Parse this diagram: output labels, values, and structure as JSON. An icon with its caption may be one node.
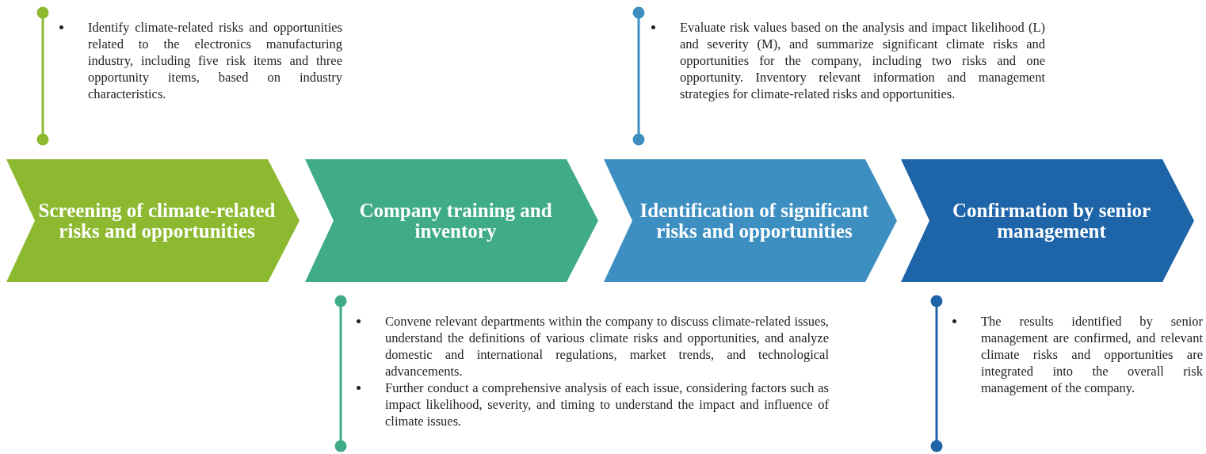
{
  "diagram": {
    "nodes": [
      {
        "text": [
          "Screening of climate-related risks and opportunities"
        ]
      },
      {
        "text": [
          "Company training and inventory"
        ]
      },
      {
        "text": [
          "Identification of significant risks and opportunities"
        ]
      },
      {
        "text": [
          "Confirmation by senior management"
        ]
      }
    ],
    "labels": [
      "Identify climate-related risks and opportunities related to the electronics manufacturing industry, including five risk items and three opportunity items, based on industry characteristics.",
      "Evaluate risk values based on the analysis and impact likelihood (L) and severity (M), and summarize significant climate risks and opportunities for the company, including two risks and one opportunity. Inventory relevant information and management strategies for climate-related risks and opportunities.",
      "Convene relevant departments within the company to discuss climate-related issues, understand the definitions of various climate risks and opportunities, and analyze domestic and international regulations, market trends, and technological advancements.",
      "Further conduct a comprehensive analysis of each issue, considering factors such as impact likelihood, severity, and timing to understand the impact and influence of climate issues.",
      "The results identified by senior management are confirmed, and relevant climate risks and opportunities are integrated into the overall risk management of the company."
    ]
  }
}
